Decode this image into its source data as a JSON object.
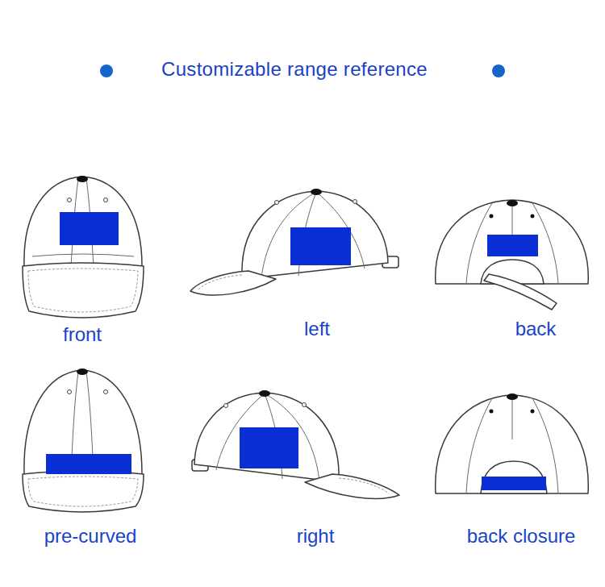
{
  "diagram": {
    "title": "Customizable range reference",
    "labels": [
      "front",
      "left",
      "back",
      "pre-curved",
      "right",
      "back closure"
    ]
  }
}
